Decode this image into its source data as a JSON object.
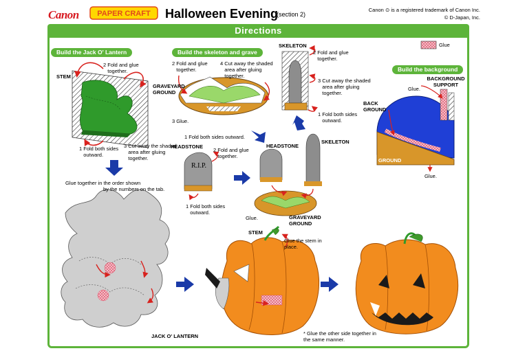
{
  "header": {
    "brand": "Canon",
    "logo_text": "PAPER CRAFT",
    "title": "Halloween Evening",
    "section": "(section 2)",
    "trademark_line1": "Canon",
    "trademark_line1b": "is a registered trademark of Canon Inc.",
    "trademark_line2": "© D-Japan, Inc."
  },
  "banner": {
    "title": "Directions"
  },
  "legend": {
    "glue": "Glue"
  },
  "steps": {
    "jack": {
      "heading": "Build the Jack O' Lantern",
      "stem": "STEM",
      "fold_glue": "Fold and glue together.",
      "fold_both": "Fold both sides outward.",
      "cut_away": "Cut away the shaded area after gluing together.",
      "n1": "1",
      "n2": "2",
      "n3": "3"
    },
    "skeleton_grave": {
      "heading": "Build the skeleton and grave",
      "fold_glue": "Fold and glue together.",
      "cut_away": "Cut away the shaded area after gluing together.",
      "graveyard_ground": "GRAVEYARD GROUND",
      "glue": "Glue.",
      "fold_both_step": "Fold both sides outward.",
      "headstone": "HEADSTONE",
      "rip": "R.I.P.",
      "hs_fold_glue": "Fold and glue together.",
      "hs_fold_both": "Fold both sides outward.",
      "headstone2": "HEADSTONE",
      "skeleton2": "SKELETON",
      "glue2": "Glue.",
      "graveyard_ground2": "GRAVEYARD GROUND",
      "n1": "1",
      "n2": "2",
      "n3": "3",
      "n4": "4"
    },
    "skeleton": {
      "label": "SKELETON",
      "fold_glue": "Fold and glue together.",
      "cut_away": "Cut away the shaded area after gluing together.",
      "fold_both": "Fold both sides outward."
    },
    "background": {
      "heading": "Build the background",
      "glue": "Glue.",
      "support": "BACKGROUND SUPPORT",
      "back_ground": "BACK GROUND",
      "ground": "GROUND",
      "glue_bottom": "Glue."
    },
    "assembly": {
      "glue_order": "Glue together in the order shown",
      "glue_order2": "by the numbers on the tab.",
      "stem": "STEM",
      "glue_stem": "Glue the stem in place.",
      "jack_label": "JACK O' LANTERN",
      "note": "* Glue the other side together in the same manner."
    }
  },
  "colors": {
    "accent_green": "#5db43a",
    "pumpkin": "#f28c1e",
    "stem_green": "#3f9a2b",
    "sky_blue": "#1f3fd6",
    "ground": "#d8962a",
    "glue_pink": "#f2b8c6",
    "arrow_blue": "#1a3aa8"
  }
}
